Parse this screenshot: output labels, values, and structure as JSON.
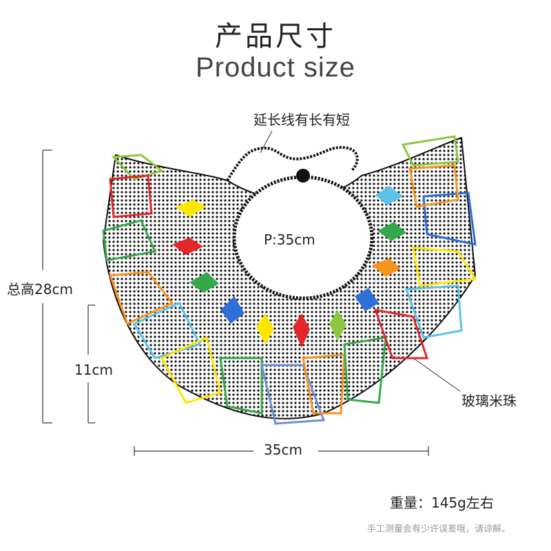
{
  "title": {
    "cn": "产品尺寸",
    "en": "Product size"
  },
  "labels": {
    "extension_cord": "延长线有长有短",
    "inner_circle": "P:35cm",
    "total_height": "总高28cm",
    "fringe_height": "11cm",
    "width": "35cm",
    "material": "玻璃米珠",
    "weight": "重量：145g左右",
    "disclaimer": "手工测量会有少许误差哦，请谅解。"
  },
  "product": {
    "name": "beaded-collar-necklace",
    "colors": [
      "#8dc63f",
      "#e3262b",
      "#ffe600",
      "#37a84a",
      "#f7941d",
      "#5bc2e7",
      "#2f6fd8",
      "#7bb3ff",
      "#111111"
    ]
  }
}
